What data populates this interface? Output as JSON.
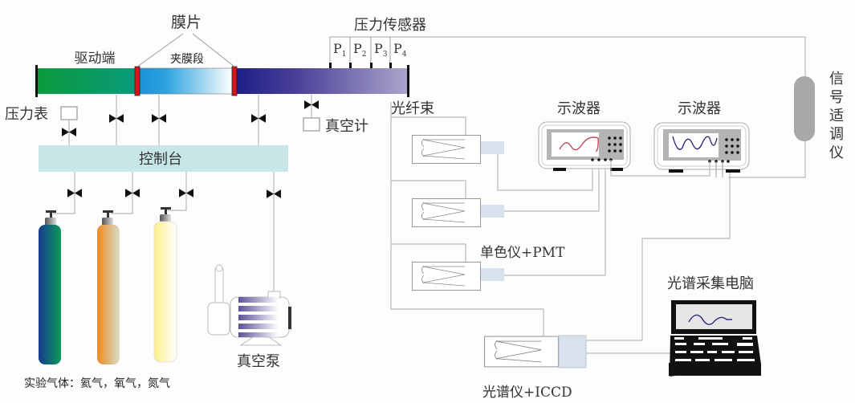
{
  "diagram": {
    "title": "Shock tube experimental setup",
    "labels": {
      "diaphragm": "膜片",
      "driver_section": "驱动端",
      "clamp_section": "夹膜段",
      "pressure_sensors": "压力传感器",
      "sensors": [
        {
          "main": "P",
          "sub": "1"
        },
        {
          "main": "P",
          "sub": "2"
        },
        {
          "main": "P",
          "sub": "3"
        },
        {
          "main": "P",
          "sub": "4"
        }
      ],
      "pressure_gauge": "压力表",
      "vacuum_gauge": "真空计",
      "fiber_bundle": "光纤束",
      "control_console": "控制台",
      "vacuum_pump": "真空泵",
      "test_gases": "实验气体：氦气，氧气，氮气",
      "oscilloscope_1": "示波器",
      "oscilloscope_2": "示波器",
      "signal_conditioner": [
        "信",
        "号",
        "适",
        "调",
        "仪"
      ],
      "monochromator_pmt": "单色仪+PMT",
      "spectrometer_iccd": "光谱仪+ICCD",
      "spectrum_pc": "光谱采集电脑"
    },
    "colors": {
      "driver_start": "#0a9a3c",
      "driver_end": "#0a9a7a",
      "clamp_start": "#1a8fd8",
      "clamp_end": "#ffffff",
      "driven_start": "#1c1f86",
      "driven_end": "#aaa6cc",
      "diaphragm": "#d8141e",
      "console": "#c8e6e8",
      "cyl_1_start": "#173a8f",
      "cyl_1_end": "#0c9a5a",
      "cyl_2_start": "#ec8a20",
      "cyl_2_end": "#d8dcc8",
      "cyl_3_start": "#fcef8a",
      "cyl_3_end": "#ffffff",
      "scope_trace_1": "#c04a55",
      "scope_trace_2": "#2a2a7c",
      "pc_trace": "#2a2a7c",
      "conditioner": "#a8a8a8",
      "detector": "#d8e2ee"
    }
  }
}
